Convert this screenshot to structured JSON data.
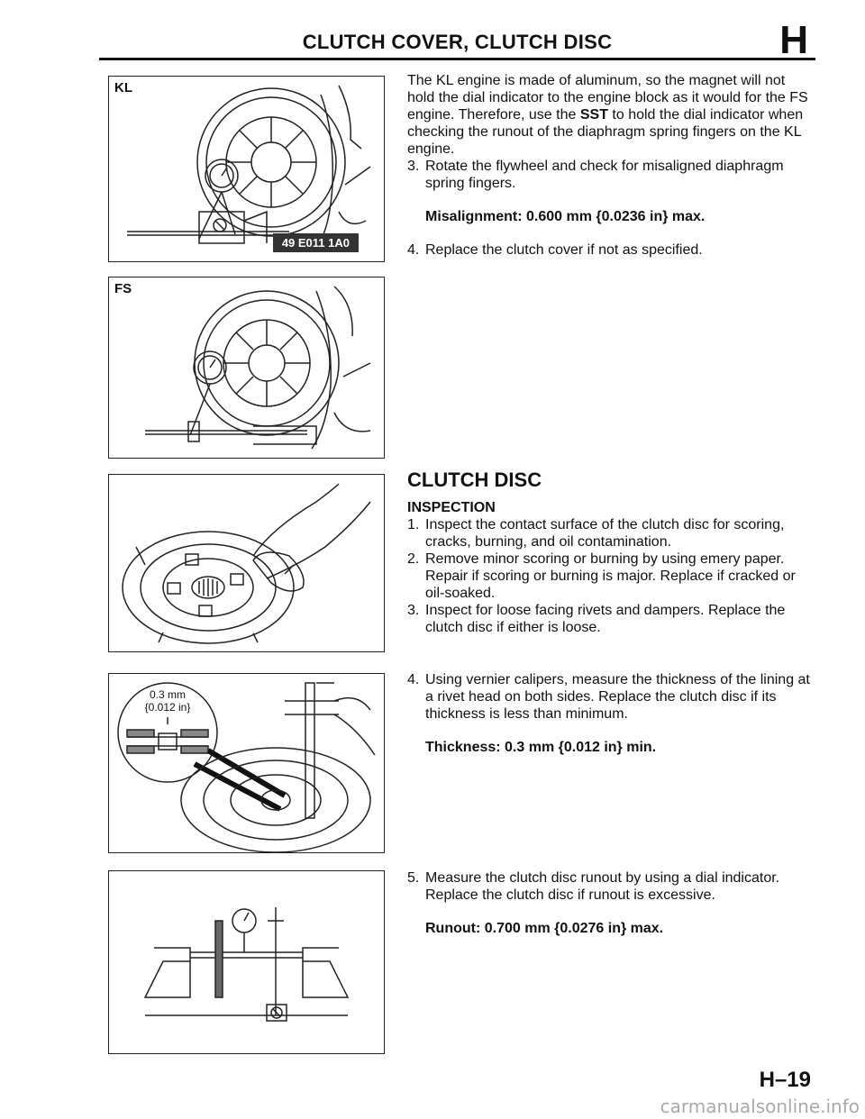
{
  "header": {
    "title": "CLUTCH COVER, CLUTCH DISC",
    "section_letter": "H"
  },
  "figures": {
    "kl": {
      "label": "KL",
      "tool_code": "49 E011 1A0"
    },
    "fs": {
      "label": "FS"
    },
    "inspect": {},
    "thickness": {
      "callout": "0.3 mm {0.012 in}"
    },
    "runout": {}
  },
  "intro": {
    "p1_a": "The KL engine is made of aluminum, so the magnet will not hold the dial indicator to the engine block as it would for the FS engine. Therefore, use the ",
    "p1_sst": "SST",
    "p1_b": " to hold the dial indicator when checking the runout of the diaphragm spring fingers on the KL engine.",
    "step3_num": "3.",
    "step3": "Rotate the flywheel and check for misaligned diaphragm spring fingers.",
    "spec": "Misalignment: 0.600 mm {0.0236 in} max.",
    "step4_num": "4.",
    "step4": "Replace the clutch cover if not as specified."
  },
  "clutch_disc": {
    "title": "CLUTCH DISC",
    "subtitle": "INSPECTION",
    "s1_num": "1.",
    "s1": "Inspect the contact surface of the clutch disc for scoring, cracks, burning, and oil contamination.",
    "s2_num": "2.",
    "s2": "Remove minor scoring or burning by using emery paper. Repair if scoring or burning is major. Replace if cracked or oil-soaked.",
    "s3_num": "3.",
    "s3": "Inspect for loose facing rivets and dampers. Replace the clutch disc if either is loose.",
    "s4_num": "4.",
    "s4": "Using vernier calipers, measure the thickness of the lining at a rivet head on both sides. Replace the clutch disc if its thickness is less than minimum.",
    "thickness_spec": "Thickness: 0.3 mm {0.012 in} min.",
    "s5_num": "5.",
    "s5": "Measure the clutch disc runout by using a dial indicator. Replace the clutch disc if runout is excessive.",
    "runout_spec": "Runout: 0.700 mm {0.0276 in} max."
  },
  "page_number": "H–19",
  "watermark": "carmanualsonline.info"
}
